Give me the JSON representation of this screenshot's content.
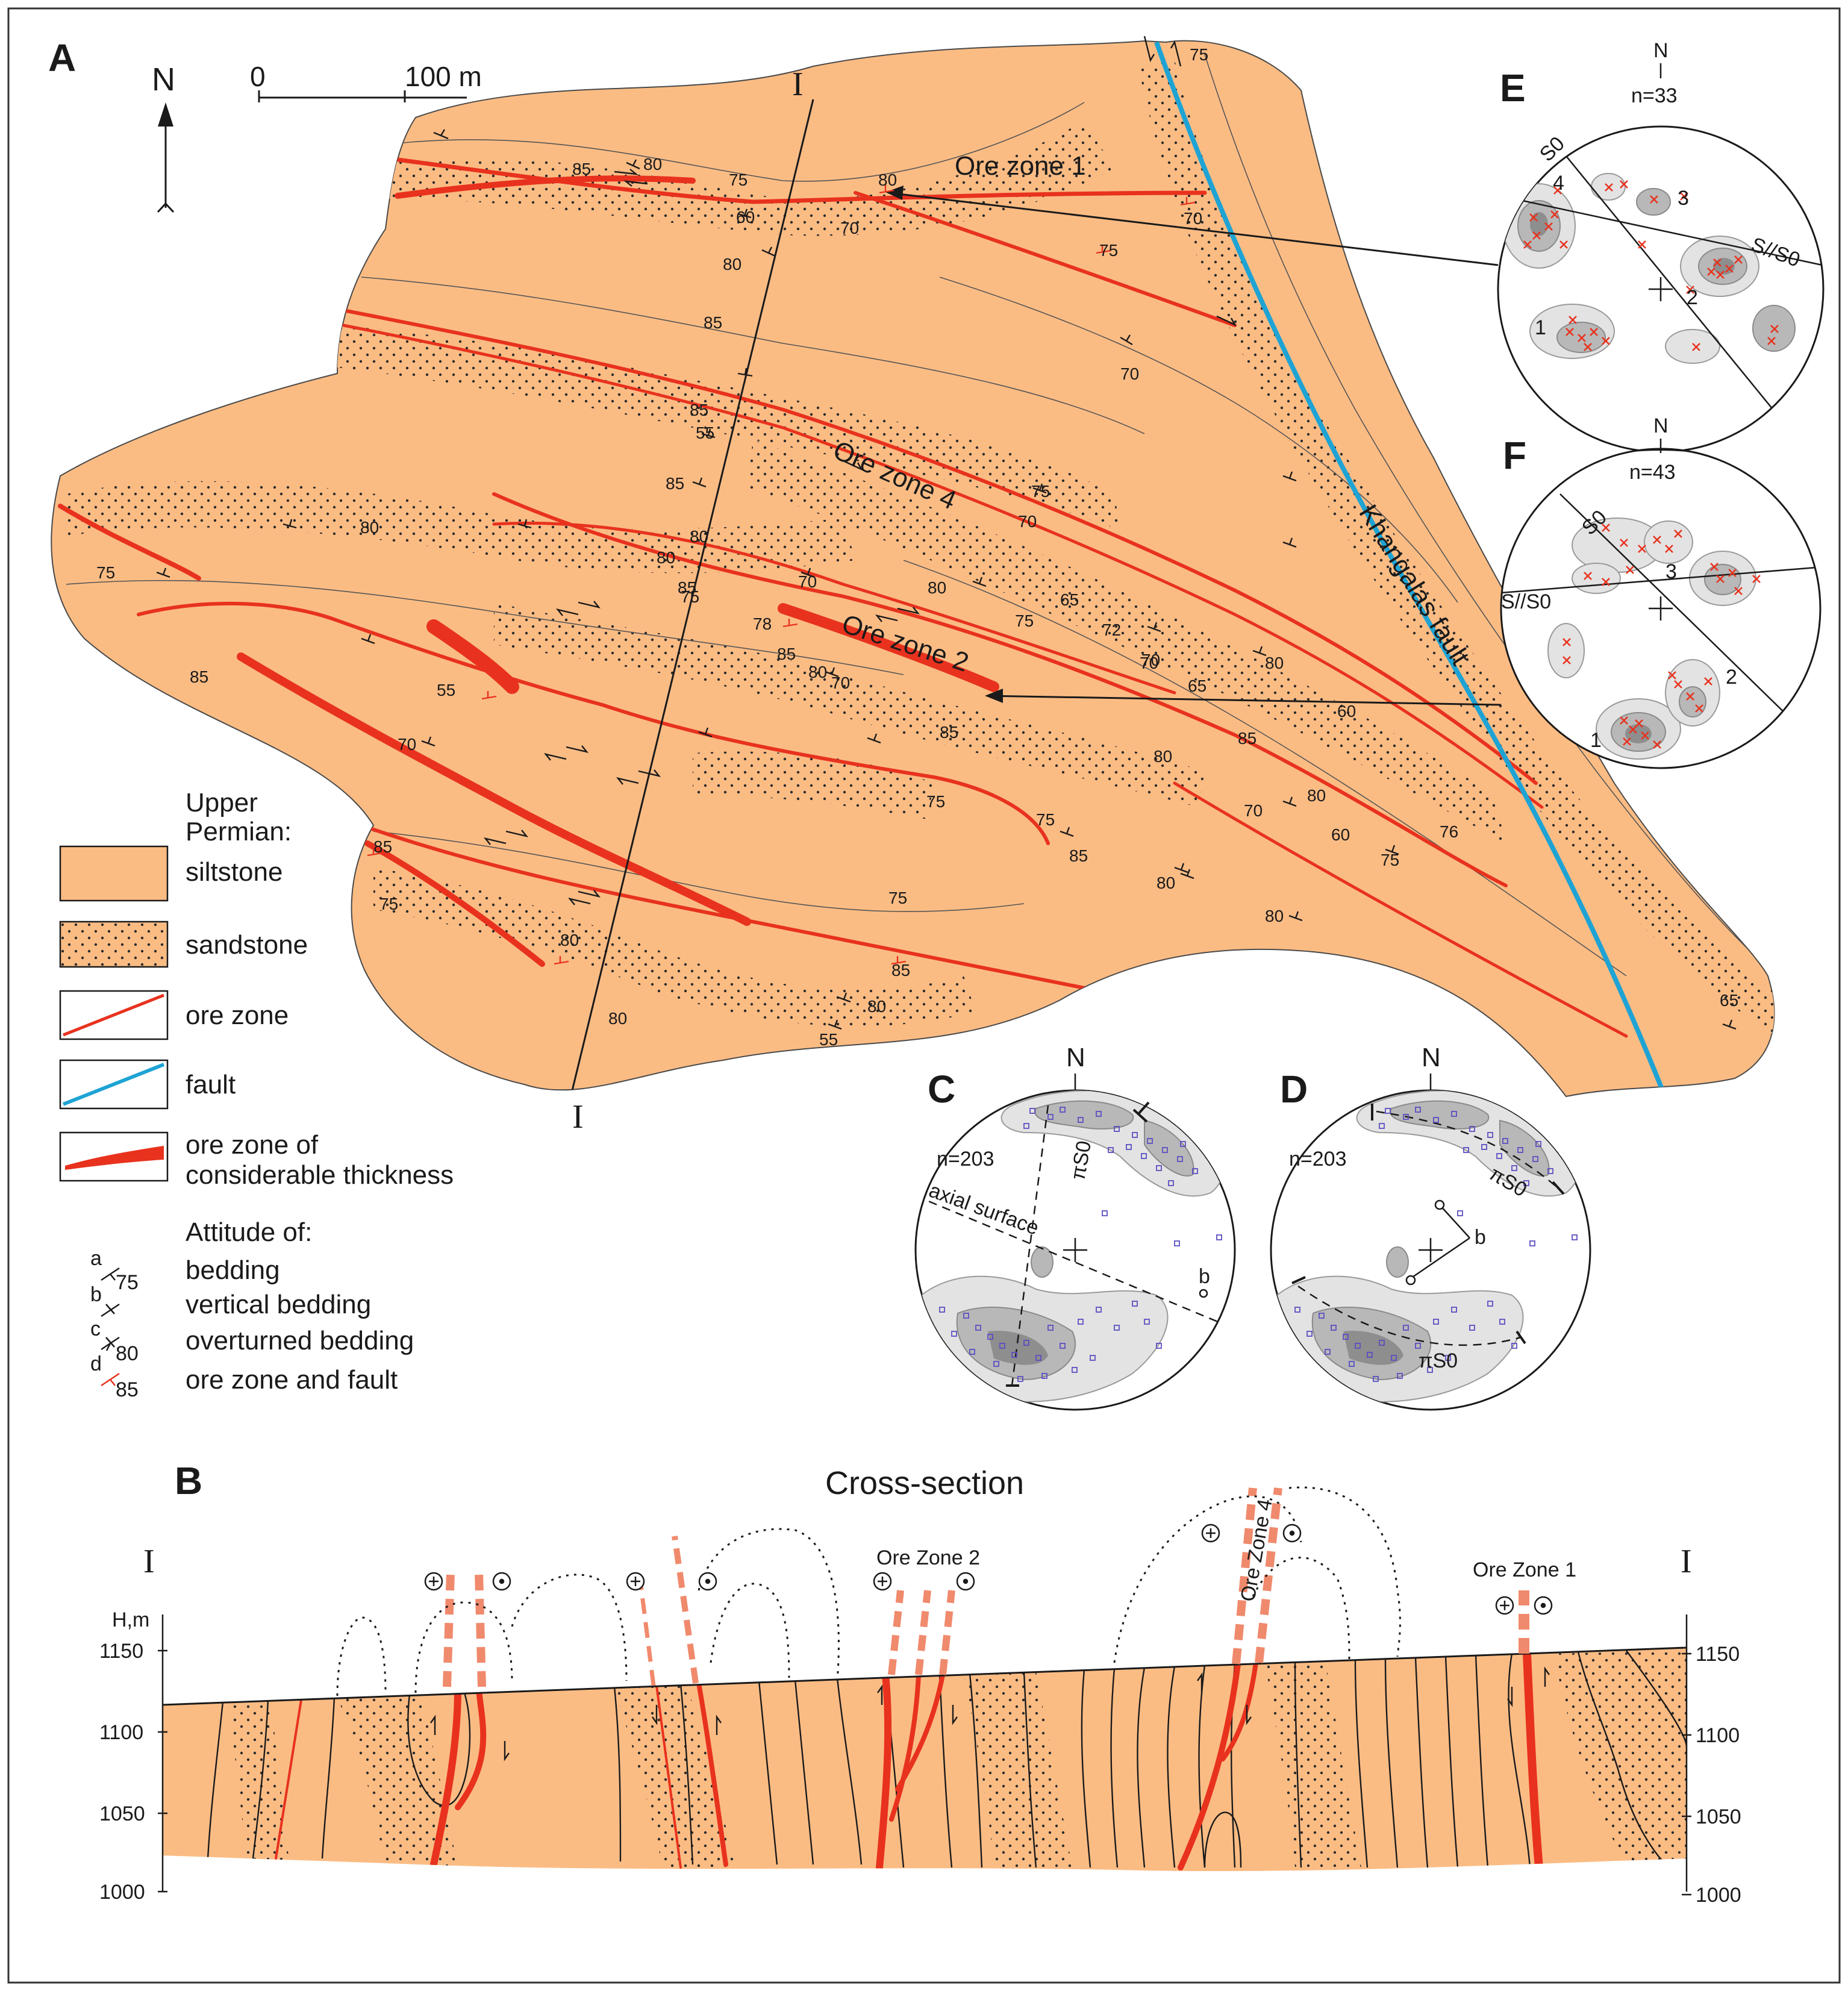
{
  "colors": {
    "siltstone": "#fbbc84",
    "ore_zone": "#e8321e",
    "fault": "#1ea3d4",
    "outline": "#1a1a1a",
    "stereonet_dot": "#5a4fc0",
    "stereonet_cross": "#e8321e",
    "contour": "#b0b0b0"
  },
  "panel_labels": {
    "a": "A",
    "b": "B",
    "c": "C",
    "d": "D",
    "e": "E",
    "f": "F"
  },
  "map": {
    "north": "N",
    "scale_start": "0",
    "scale_end": "100 m",
    "section_label_top": "I",
    "section_label_bottom": "I",
    "ore_zone_1": "Ore zone 1",
    "ore_zone_2": "Ore zone 2",
    "ore_zone_4": "Ore zone 4",
    "fault_name": "Khangalas fault",
    "dips": [
      "75",
      "80",
      "85",
      "75",
      "60",
      "70",
      "80",
      "70",
      "75",
      "80",
      "85",
      "85",
      "55",
      "85",
      "80",
      "75",
      "70",
      "70",
      "80",
      "75",
      "80",
      "85",
      "70",
      "78",
      "85",
      "80",
      "80",
      "70",
      "85",
      "75",
      "70",
      "65",
      "72",
      "70",
      "80",
      "60",
      "65",
      "85",
      "70",
      "80",
      "60",
      "75",
      "76",
      "80",
      "75",
      "80",
      "55",
      "80",
      "80",
      "85",
      "75",
      "80",
      "65",
      "85",
      "75",
      "85",
      "80",
      "55",
      "70",
      "75",
      "75",
      "85"
    ]
  },
  "legend": {
    "heading_line1": "Upper",
    "heading_line2": "Permian:",
    "items": [
      {
        "label": "siltstone"
      },
      {
        "label": "sandstone"
      },
      {
        "label": "ore zone"
      },
      {
        "label": "fault"
      },
      {
        "label_line1": "ore zone of",
        "label_line2": "considerable thickness"
      }
    ],
    "attitude_heading": "Attitude of:",
    "attitudes": [
      {
        "key": "a",
        "value": "75",
        "label": "bedding"
      },
      {
        "key": "b",
        "value": "",
        "label": "vertical bedding"
      },
      {
        "key": "c",
        "value": "80",
        "label": "overturned bedding"
      },
      {
        "key": "d",
        "value": "85",
        "label": "ore zone and fault"
      }
    ]
  },
  "stereonets": {
    "e": {
      "north": "N",
      "count": "n=33",
      "s0": "S0",
      "s_s0": "S//S0",
      "clusters": [
        "1",
        "2",
        "3",
        "4"
      ]
    },
    "f": {
      "north": "N",
      "count": "n=43",
      "s0": "S0",
      "s_s0": "S//S0",
      "clusters": [
        "1",
        "2",
        "3"
      ]
    },
    "c": {
      "north": "N",
      "count": "n=203",
      "pi_s0": "πS0",
      "axial": "axial surface",
      "b": "b"
    },
    "d": {
      "north": "N",
      "count": "n=203",
      "pi_s0_top": "πS0",
      "pi_s0_bottom": "πS0",
      "b": "b"
    }
  },
  "cross_section": {
    "title": "Cross-section",
    "end_label_left": "I",
    "end_label_right": "I",
    "axis_title": "H,m",
    "ticks_left": [
      "1150",
      "1100",
      "1050",
      "1000"
    ],
    "ticks_right": [
      "1150",
      "1100",
      "1050",
      "1000"
    ],
    "ore_zone_2": "Ore Zone 2",
    "ore_zone_1": "Ore Zone 1",
    "ore_zone_4": "Ore Zone 4"
  }
}
